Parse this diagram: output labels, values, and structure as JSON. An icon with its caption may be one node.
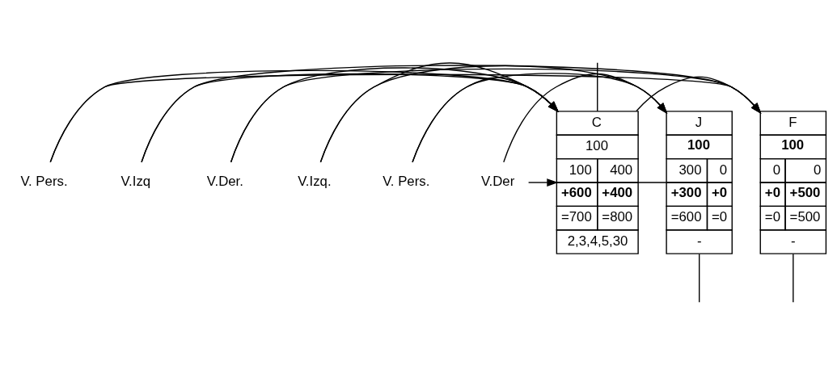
{
  "diagram": {
    "nodes": [
      {
        "text": [
          "C",
          "100",
          "100",
          "400",
          "+600",
          "+400",
          "=700",
          "=800",
          "2,3,4,5,30"
        ]
      },
      {
        "text": [
          "F",
          "100",
          "0",
          "0",
          "+0",
          "+500",
          "=0",
          "=500",
          "-"
        ]
      },
      {
        "text": [
          "J",
          "100",
          "300",
          "0",
          "+300",
          "+0",
          "=600",
          "=0",
          "-"
        ]
      },
      {
        "text": [
          "V. Pers."
        ]
      },
      {
        "text": [
          "V.Izq"
        ]
      },
      {
        "text": [
          "V.Der."
        ]
      },
      {
        "text": [
          "V.Izq."
        ]
      },
      {
        "text": [
          "V. Pers."
        ]
      },
      {
        "text": [
          "V.Der"
        ]
      }
    ],
    "edges": [
      {
        "from": null,
        "to": 0,
        "arrow": "none"
      },
      {
        "from": 0,
        "to": 1,
        "arrow": "none"
      },
      {
        "from": 0,
        "to": 2,
        "arrow": "none"
      },
      {
        "from": 1,
        "to": null,
        "arrow": "none"
      },
      {
        "from": 2,
        "to": null,
        "arrow": "none"
      },
      {
        "from": 3,
        "to": 1,
        "arrow": "to"
      },
      {
        "from": 3,
        "to": 0,
        "arrow": "to"
      },
      {
        "from": 4,
        "to": 1,
        "arrow": "to"
      },
      {
        "from": 4,
        "to": 0,
        "arrow": "to"
      },
      {
        "from": 5,
        "to": 1,
        "arrow": "to"
      },
      {
        "from": 5,
        "to": 0,
        "arrow": "to"
      },
      {
        "from": 6,
        "to": 2,
        "arrow": "to"
      },
      {
        "from": 6,
        "to": 0,
        "arrow": "to"
      },
      {
        "from": 7,
        "to": 2,
        "arrow": "to"
      },
      {
        "from": 7,
        "to": 0,
        "arrow": "to"
      },
      {
        "from": 8,
        "to": 2,
        "arrow": "to"
      },
      {
        "from": 8,
        "to": 0,
        "arrow": "to"
      }
    ]
  }
}
